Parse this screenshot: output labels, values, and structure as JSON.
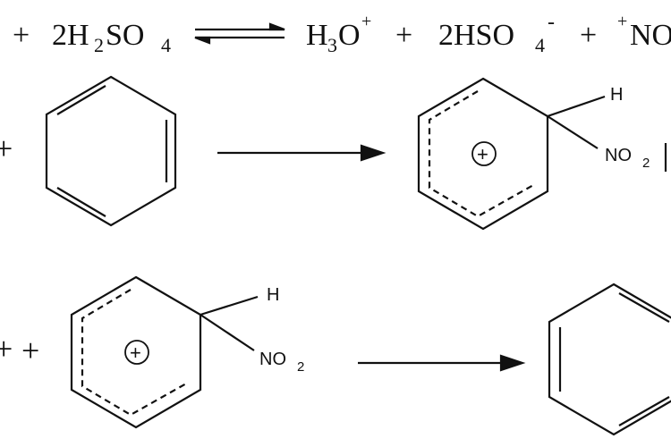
{
  "equation": {
    "left_plus": "+",
    "coef_acid": "2H",
    "sub_2": "2",
    "so": "SO",
    "sub_4": "4",
    "h3o_h": "H",
    "h3o_sub": "3",
    "h3o_o": "O",
    "sup_plus": "+",
    "plus2": "+",
    "hso4_coef": "2HSO",
    "hso4_sub": "4",
    "hso4_sup": "-",
    "plus3": "+",
    "no2_sup": "+",
    "no2_text": "NO"
  },
  "row2": {
    "plus": "+",
    "intermediate_h": "H",
    "intermediate_no": "NO",
    "intermediate_no_sub": "2",
    "charge": "+"
  },
  "row3": {
    "plus": "+",
    "intermediate_h": "H",
    "intermediate_no": "NO",
    "intermediate_no_sub": "2",
    "charge": "+"
  }
}
